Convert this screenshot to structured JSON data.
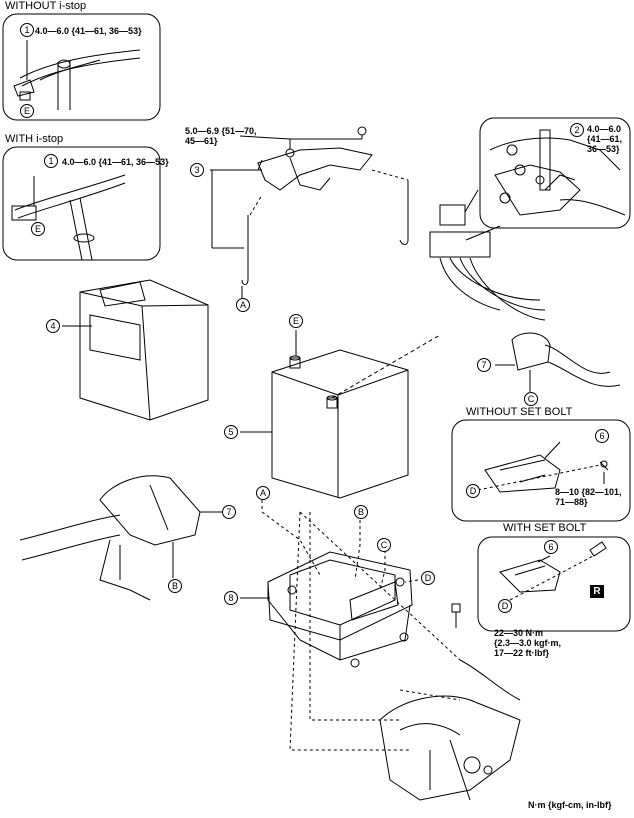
{
  "headers": {
    "without_istop": "WITHOUT i-stop",
    "with_istop": "WITH i-stop",
    "without_set_bolt": "WITHOUT SET BOLT",
    "with_set_bolt": "WITH SET BOLT"
  },
  "torques": {
    "terminal_no_istop": "4.0—6.0 {41—61, 36—53}",
    "terminal_istop": "4.0—6.0 {41—61, 36—53}",
    "clamp_nuts": "5.0—6.9 {51—70,\n45—61}",
    "detail_terminal": "4.0—6.0\n{41—61,\n36—53}",
    "set_bolt_cover": "8—10 {82—101,\n71—88}",
    "tray_bolt": "22—30 N·m\n{2.3—3.0 kgf·m,\n17—22 ft·lbf}"
  },
  "units_note": "N·m {kgf-cm, in-lbf}",
  "callouts": {
    "one": "1",
    "two": "2",
    "three": "3",
    "four": "4",
    "five": "5",
    "six": "6",
    "seven": "7",
    "eight": "8",
    "A": "A",
    "B": "B",
    "C": "C",
    "D": "D",
    "E": "E"
  },
  "r_mark": "R"
}
